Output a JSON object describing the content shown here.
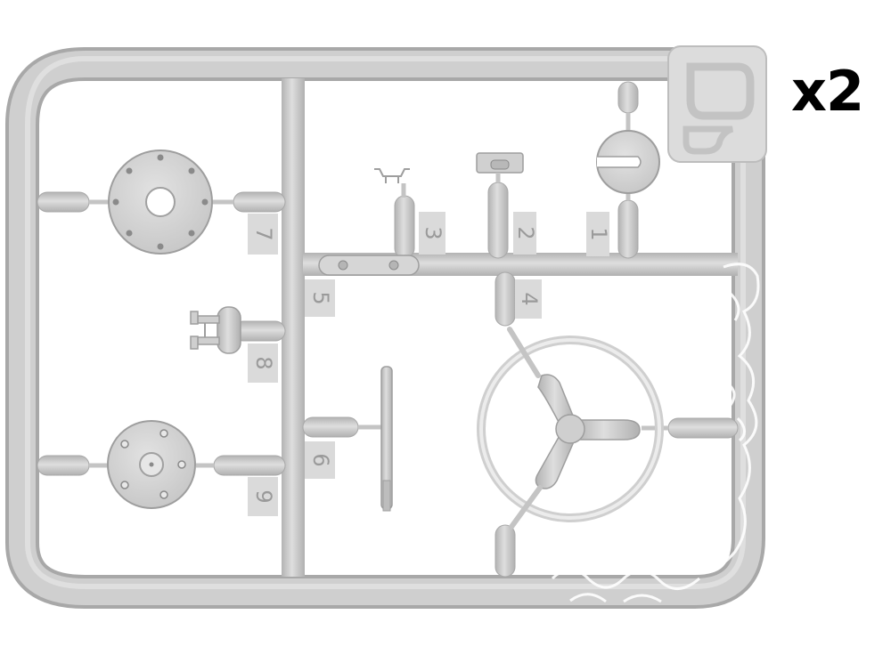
{
  "quantity_label": "x2",
  "part_numbers": [
    "1",
    "2",
    "3",
    "4",
    "5",
    "6",
    "7",
    "8",
    "9"
  ],
  "colors": {
    "plastic": "#c9c9c9",
    "plastic_light": "#dedede",
    "plastic_dark": "#a6a6a6",
    "tab": "#dcdcdc",
    "number_ink": "#9a9a9a",
    "background": "#ffffff"
  }
}
